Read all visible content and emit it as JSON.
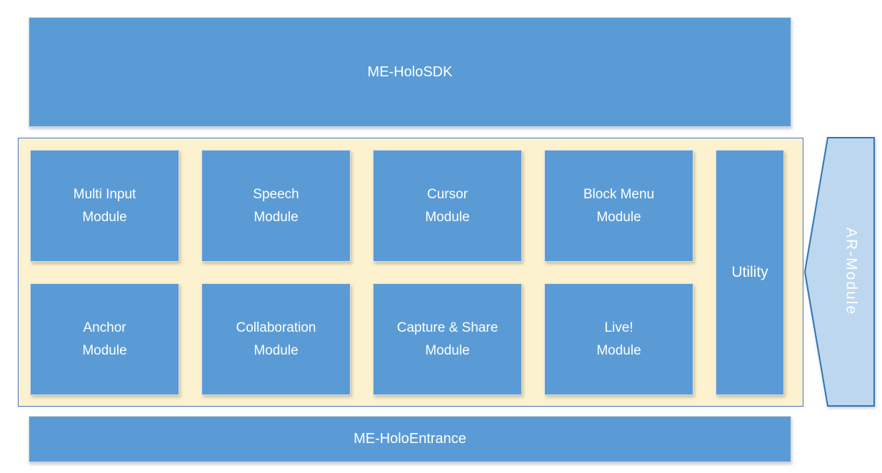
{
  "colors": {
    "box_blue": "#5B9BD5",
    "panel_cream": "#FDF2D0",
    "panel_border": "#4472C4",
    "arrow_fill": "#BDD7EE",
    "arrow_border": "#2E75B6",
    "text_white": "#FFFFFF"
  },
  "sdk_bar": {
    "label": "ME-HoloSDK"
  },
  "entrance_bar": {
    "label": "ME-HoloEntrance"
  },
  "module_panel": {
    "row1": [
      {
        "label": "Multi Input\nModule"
      },
      {
        "label": "Speech\nModule"
      },
      {
        "label": "Cursor\nModule"
      },
      {
        "label": "Block Menu\nModule"
      }
    ],
    "row2": [
      {
        "label": "Anchor\nModule"
      },
      {
        "label": "Collaboration\nModule"
      },
      {
        "label": "Capture & Share\nModule"
      },
      {
        "label": "Live!\nModule"
      }
    ],
    "utility": {
      "label": "Utility"
    }
  },
  "ar_arrow": {
    "label": "AR-Module"
  }
}
